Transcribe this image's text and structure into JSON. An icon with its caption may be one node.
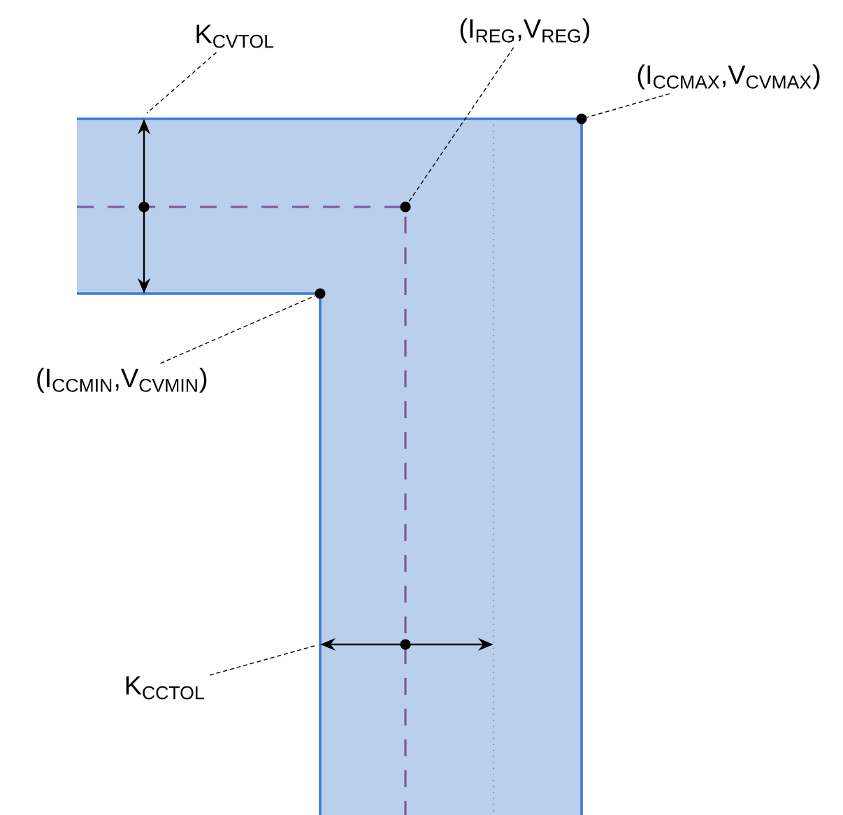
{
  "diagram": {
    "nodes": [
      {
        "text": [
          "K$_{CVTOL}$"
        ]
      },
      {
        "text": [
          "(I$_{REG}$,V$_{REG}$)"
        ]
      },
      {
        "text": [
          "(I$_{CCMAX}$,V$_{CVMAX}$)"
        ]
      },
      {
        "text": [
          "(I$_{CCMIN}$,V$_{CVMIN}$)"
        ]
      },
      {
        "text": [
          "K$_{CCTOL}$"
        ]
      },
      {
        "text": [],
        "shape": "circle"
      },
      {
        "text": [],
        "shape": "circle"
      },
      {
        "text": [],
        "shape": "circle"
      }
    ],
    "edges": [
      {
        "from": 0,
        "to": null,
        "arrow": "none"
      },
      {
        "from": 1,
        "to": 5,
        "arrow": "none"
      },
      {
        "from": 2,
        "to": 6,
        "arrow": "none"
      },
      {
        "from": 3,
        "to": 7,
        "arrow": "none"
      },
      {
        "from": 4,
        "to": null,
        "arrow": "none"
      }
    ]
  }
}
